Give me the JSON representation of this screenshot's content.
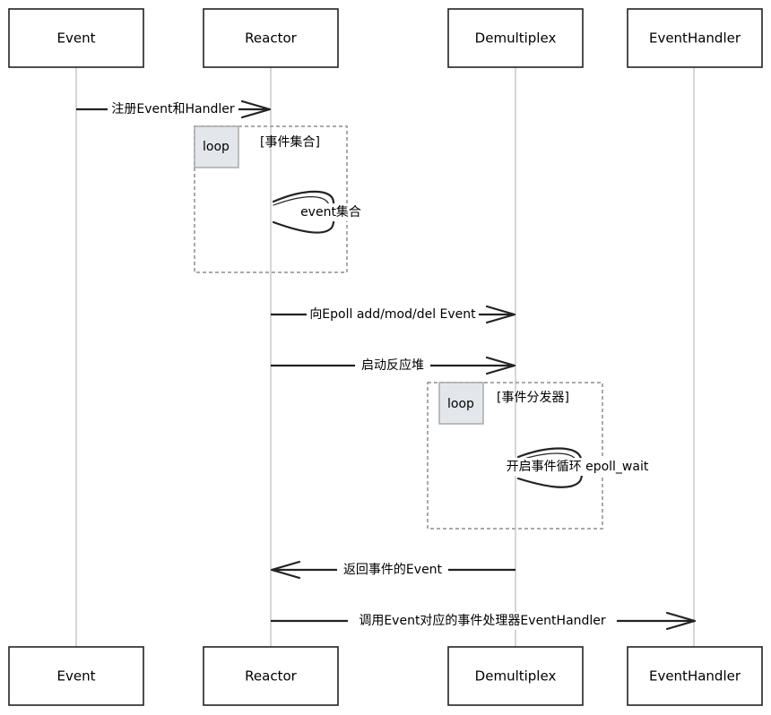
{
  "participants": [
    {
      "id": "event",
      "label": "Event"
    },
    {
      "id": "reactor",
      "label": "Reactor"
    },
    {
      "id": "demux",
      "label": "Demultiplex"
    },
    {
      "id": "handler",
      "label": "EventHandler"
    }
  ],
  "messages": [
    {
      "from": "event",
      "to": "reactor",
      "label": "注册Event和Handler",
      "direction": "right"
    },
    {
      "self": "reactor",
      "label": "event集合"
    },
    {
      "from": "reactor",
      "to": "demux",
      "label": "向Epoll add/mod/del Event",
      "direction": "right"
    },
    {
      "from": "reactor",
      "to": "demux",
      "label": "启动反应堆",
      "direction": "right"
    },
    {
      "self": "demux",
      "label": "开启事件循环 epoll_wait"
    },
    {
      "from": "demux",
      "to": "reactor",
      "label": "返回事件的Event",
      "direction": "left"
    },
    {
      "from": "reactor",
      "to": "handler",
      "label": "调用Event对应的事件处理器EventHandler",
      "direction": "right"
    }
  ],
  "loops": [
    {
      "tag": "loop",
      "condition": "[事件集合]"
    },
    {
      "tag": "loop",
      "condition": "[事件分发器]"
    }
  ],
  "colors": {
    "stroke": "#222222",
    "lifeline": "#bbbbbb",
    "frame": "#aaaaaa",
    "loop_tag_fill": "#e3e6ea",
    "background": "#ffffff"
  }
}
